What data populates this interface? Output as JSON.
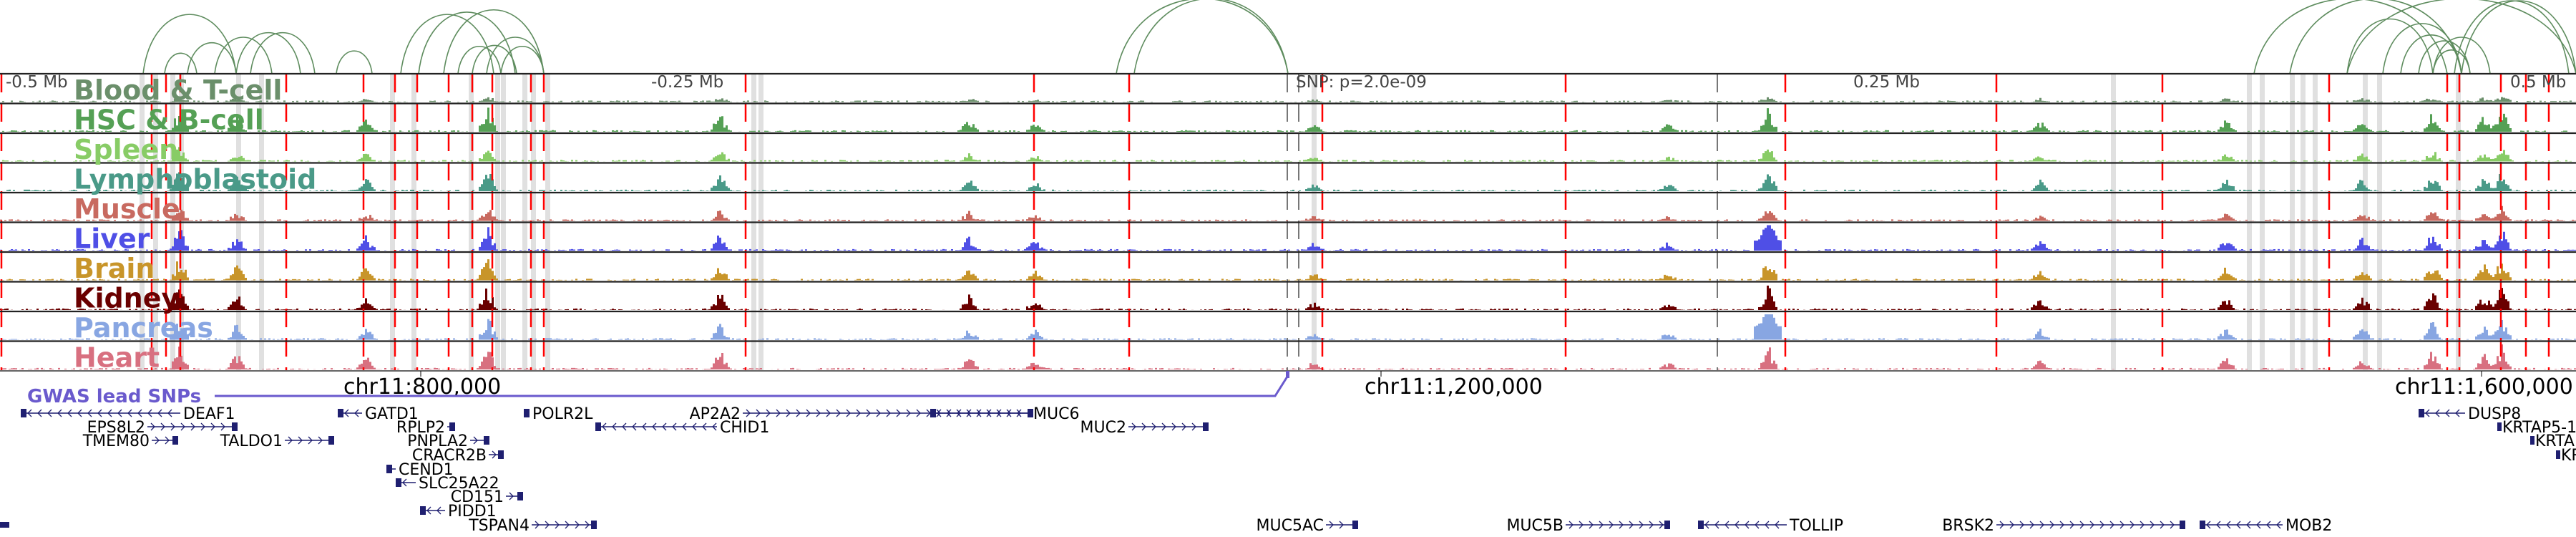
{
  "colors": {
    "arc": "#5e8c5e",
    "red_line": "#ff0000",
    "highlight": "#e0e0e0",
    "gwas": "#6a5acd",
    "gene": "#1f1f70"
  },
  "tracks": [
    {
      "name": "Blood & T-cell",
      "color": "#6b8f6b"
    },
    {
      "name": "HSC & B-cell",
      "color": "#55a055"
    },
    {
      "name": "Spleen",
      "color": "#88cc66"
    },
    {
      "name": "Lymphoblastoid",
      "color": "#4a9a88"
    },
    {
      "name": "Muscle",
      "color": "#c86a60"
    },
    {
      "name": "Liver",
      "color": "#4f4fe6"
    },
    {
      "name": "Brain",
      "color": "#c8952a"
    },
    {
      "name": "Kidney",
      "color": "#6a0000"
    },
    {
      "name": "Pancreas",
      "color": "#88a6e2"
    },
    {
      "name": "Heart",
      "color": "#d87080"
    }
  ],
  "axis": {
    "minus_half": "-0.5 Mb",
    "minus_quarter": "-0.25 Mb",
    "snp": "SNP: p=2.0e-09",
    "plus_quarter": "0.25 Mb",
    "plus_half": "0.5 Mb"
  },
  "coords": [
    "chr11:800,000",
    "chr11:1,200,000",
    "chr11:1,600,000"
  ],
  "gwas_label": "GWAS lead SNPs",
  "genes": [
    "DEAF1",
    "EPS8L2",
    "TMEM80",
    "TALDO1",
    "GATD1",
    "RPLP2",
    "PNPLA2",
    "CRACR2B",
    "CEND1",
    "SLC25A22",
    "CD151",
    "PIDD1",
    "TSPAN4",
    "POLR2L",
    "AP2A2",
    "MUC6",
    "CHID1",
    "MUC2",
    "MUC5AC",
    "MUC5B",
    "TOLLIP",
    "BRSK2",
    "MOB2",
    "DUSP8",
    "KRTAP5-1",
    "KRTA",
    "KR"
  ]
}
